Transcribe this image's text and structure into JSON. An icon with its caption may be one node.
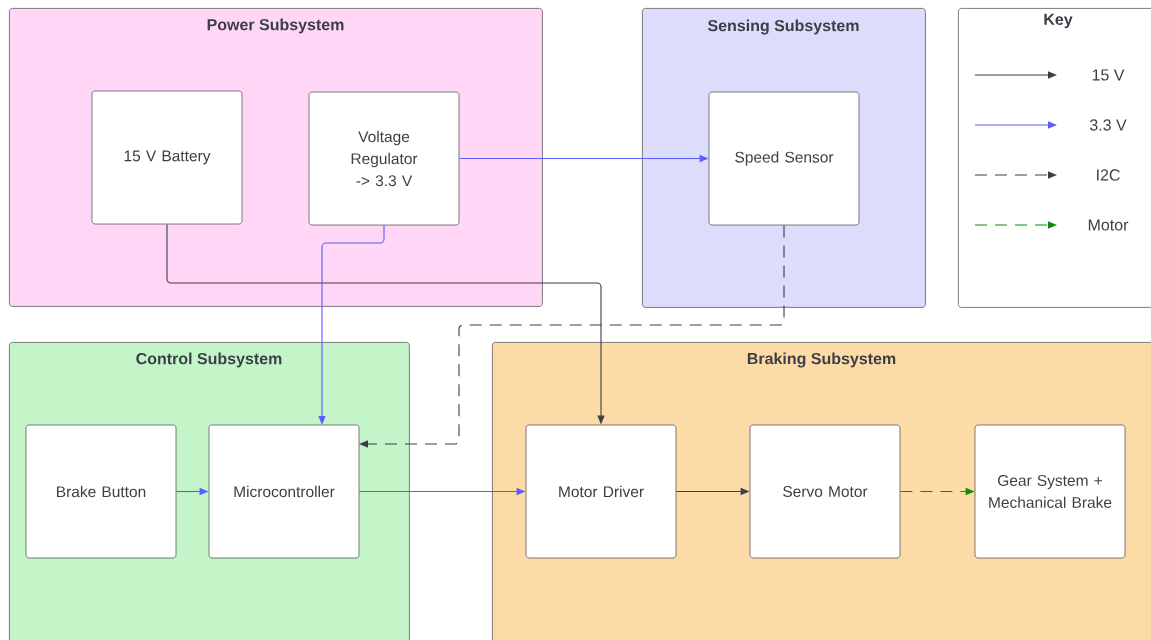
{
  "diagram": {
    "nodes": [
      {
        "text": [
          "Power Subsystem"
        ]
      },
      {
        "text": [
          "15 V Battery"
        ],
        "in": 0
      },
      {
        "text": [
          "Voltage Regulator -> 3.3 V"
        ],
        "in": 0
      },
      {
        "text": [
          "Sensing Subsystem"
        ]
      },
      {
        "text": [
          "Speed Sensor"
        ],
        "in": 3
      },
      {
        "text": [
          "Key"
        ]
      },
      {
        "text": [
          "Control Subsystem"
        ]
      },
      {
        "text": [
          "Brake Button"
        ],
        "in": 6
      },
      {
        "text": [
          "Microcontroller"
        ],
        "in": 6
      },
      {
        "text": [
          "Braking Subsystem"
        ]
      },
      {
        "text": [
          "Motor Driver"
        ],
        "in": 9
      },
      {
        "text": [
          "Servo Motor"
        ],
        "in": 9
      },
      {
        "text": [
          "Gear System + Mechanical Brake"
        ],
        "in": 9
      }
    ],
    "edges": [
      {
        "from": 2,
        "to": 4,
        "arrow": "to",
        "color": "#5b5bff"
      },
      {
        "from": 1,
        "to": 10,
        "arrow": "to",
        "color": "#3a3f47"
      },
      {
        "from": 2,
        "to": 8,
        "arrow": "to",
        "color": "#5b5bff"
      },
      {
        "from": 4,
        "to": 8,
        "arrow": "to",
        "style": "dashed",
        "color": "#3a3f47"
      },
      {
        "from": 7,
        "to": 8,
        "arrow": "to",
        "color": "#5b5bff"
      },
      {
        "from": 8,
        "to": 10,
        "arrow": "to",
        "color": "#5b5bff"
      },
      {
        "from": 10,
        "to": 11,
        "arrow": "to",
        "color": "#3a3f47"
      },
      {
        "from": 11,
        "to": 12,
        "arrow": "to",
        "style": "dashed",
        "color": "#0a8a0a"
      }
    ],
    "legend": [
      {
        "text": "15 V"
      },
      {
        "text": "3.3 V"
      },
      {
        "text": "I2C"
      },
      {
        "text": "Motor"
      }
    ]
  }
}
